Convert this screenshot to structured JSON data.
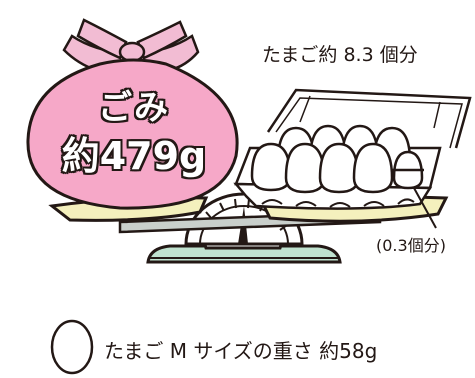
{
  "bag": {
    "line1": "ごみ",
    "line2": "約479g"
  },
  "eggs_label": "たまご約 8.3 個分",
  "partial_label": "(0.3個分)",
  "caption": "たまご M サイズの重さ 約58g",
  "colors": {
    "bag_fill": "#f6a8c8",
    "bag_ribbon": "#f2bcd3",
    "pan_fill": "#f4f0bd",
    "base_fill": "#bfe2cf",
    "line": "#231815"
  },
  "icons": {
    "egg": "egg-outline-icon"
  }
}
